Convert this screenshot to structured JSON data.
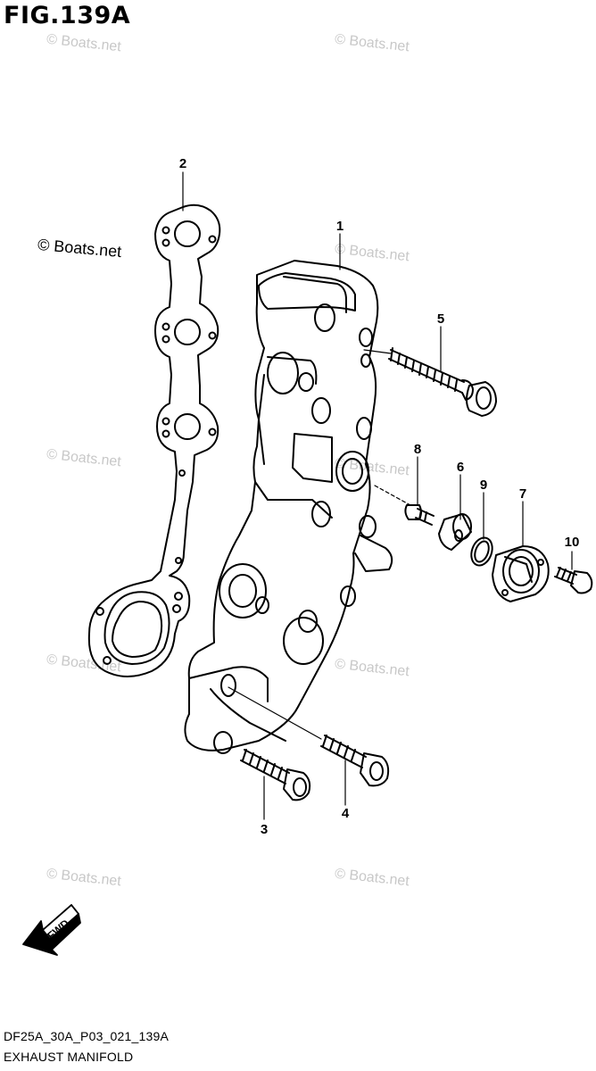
{
  "figure": {
    "title": "FIG.139A"
  },
  "watermarks": {
    "main": "© Boats.net",
    "faint": "© Boats.net"
  },
  "callouts": [
    "1",
    "2",
    "3",
    "4",
    "5",
    "6",
    "7",
    "8",
    "9",
    "10"
  ],
  "fwd_label": "FWD",
  "footer": {
    "code": "DF25A_30A_P03_021_139A",
    "caption": "EXHAUST MANIFOLD"
  }
}
